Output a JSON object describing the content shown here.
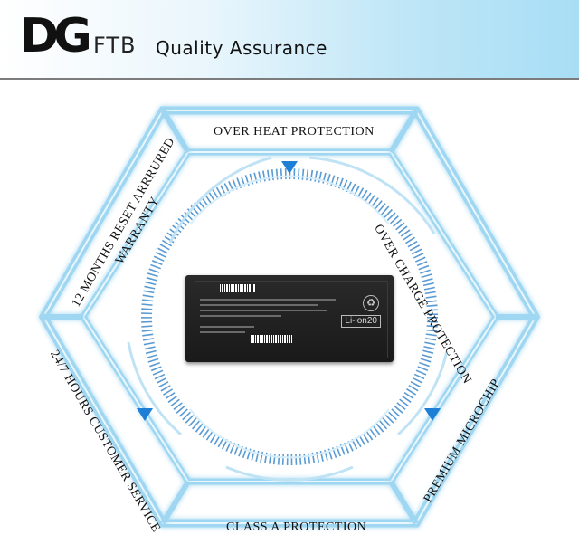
{
  "header": {
    "logo_mark": "DG",
    "logo_text": "FTB",
    "tagline": "Quality Assurance"
  },
  "features": {
    "top": "OVER HEAT PROTECTION",
    "upper_right": "OVER CHARGE PROTECTION",
    "lower_right": "PREMIUM MICROCHIP",
    "bottom": "CLASS A PROTECTION",
    "lower_left": "24/7 HOURS CUSTOMER SERVICE",
    "upper_left_line1": "12 MONTHS RESET ARRRURED",
    "upper_left_line2": "WARRANTY"
  },
  "battery": {
    "badge": "Li-ion20"
  },
  "colors": {
    "accent": "#1e7fd6",
    "glow": "#9fd6f1",
    "ring": "#5b9bd3"
  }
}
